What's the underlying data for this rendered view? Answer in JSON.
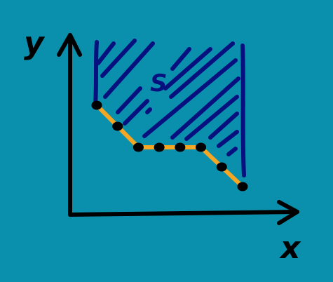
{
  "labels": {
    "y_axis": "y",
    "x_axis": "x",
    "region": "S"
  },
  "colors": {
    "background": "#0a8fac",
    "axis": "#000000",
    "hatch": "#06107e",
    "frontier": "#f5a623",
    "point": "#000000"
  },
  "frontier_points": [
    {
      "x": 1,
      "y": 6
    },
    {
      "x": 2,
      "y": 5
    },
    {
      "x": 3,
      "y": 4
    },
    {
      "x": 4,
      "y": 4
    },
    {
      "x": 5,
      "y": 4
    },
    {
      "x": 6,
      "y": 4
    },
    {
      "x": 7,
      "y": 3
    },
    {
      "x": 8,
      "y": 2
    }
  ]
}
